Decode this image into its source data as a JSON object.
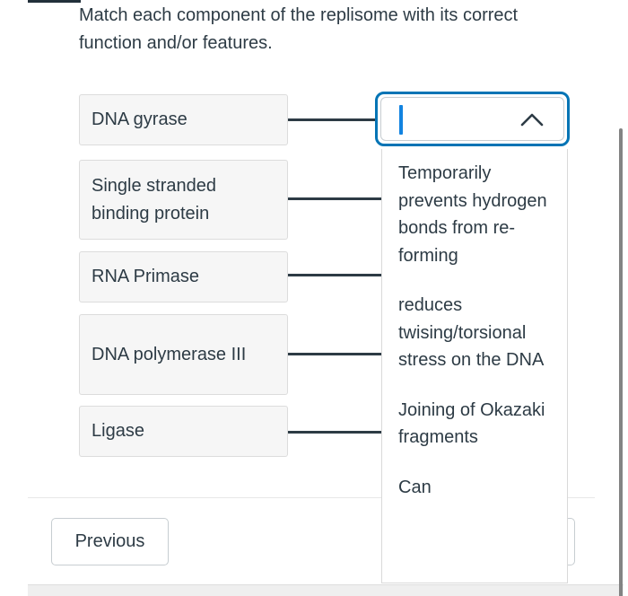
{
  "question": {
    "text": "Match each component of the replisome with its correct function and/or features."
  },
  "items": [
    {
      "label": "DNA gyrase"
    },
    {
      "label": "Single stranded binding protein"
    },
    {
      "label": "RNA Primase"
    },
    {
      "label": "DNA polymerase III"
    },
    {
      "label": "Ligase"
    }
  ],
  "dropdown": {
    "value": "",
    "state": "open",
    "options": [
      "Temporarily prevents hydrogen bonds from re-forming",
      "reduces twising/torsional stress on the DNA",
      "Joining of Okazaki fragments",
      "Can"
    ]
  },
  "nav": {
    "previous_label": "Previous"
  },
  "colors": {
    "text": "#2D3B45",
    "focus_ring": "#0374B5",
    "caret": "#1283E0",
    "stem_bg": "#f6f6f6",
    "stem_border": "#dcdcdc",
    "connector": "#2D3B45"
  }
}
